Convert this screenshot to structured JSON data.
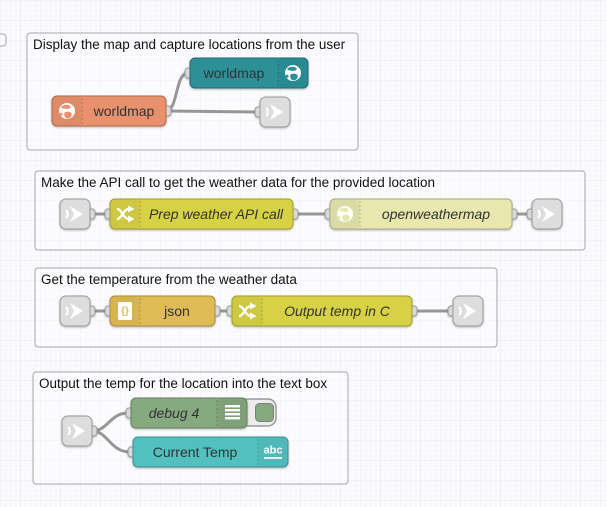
{
  "groups": [
    {
      "title": "Display the map and capture locations from the user"
    },
    {
      "title": "Make the API call to get the weather data for the provided location"
    },
    {
      "title": "Get the temperature from the weather data"
    },
    {
      "title": "Output the temp for the location into the text box"
    }
  ],
  "nodes": {
    "worldmap_out": {
      "label": "worldmap",
      "color": "#e8916c",
      "icon": "globe-icon"
    },
    "worldmap_in": {
      "label": "worldmap",
      "color": "#2e9097",
      "icon": "globe-icon"
    },
    "prep_function": {
      "label": "Prep weather API call",
      "color": "#d7d145",
      "icon": "function-shuffle-icon"
    },
    "openweathermap": {
      "label": "openweathermap",
      "color": "#e7e7ae",
      "icon": "globe-icon"
    },
    "json": {
      "label": "json",
      "color": "#dfbb56",
      "icon": "json-braces-icon",
      "glyph": "{}"
    },
    "output_function": {
      "label": "Output temp in C",
      "color": "#d7d145",
      "icon": "function-shuffle-icon"
    },
    "debug": {
      "label": "debug 4",
      "color": "#87a980",
      "icon": "debug-lines-icon"
    },
    "ui_text": {
      "label": "Current Temp",
      "color": "#53c0c0",
      "icon": "abc-icon",
      "glyph": "abc"
    },
    "link": {
      "color": "#dddddd",
      "icon": "link-arrow-icon"
    }
  },
  "colors": {
    "wire": "#979797",
    "port_fill": "#d9d9d9",
    "port_stroke": "#999999",
    "canvas_bg": "#fbfbfd",
    "grid_line": "#e4e5f1",
    "group_border": "#a5a5ad",
    "debug_toggle_fill": "#87a980"
  }
}
